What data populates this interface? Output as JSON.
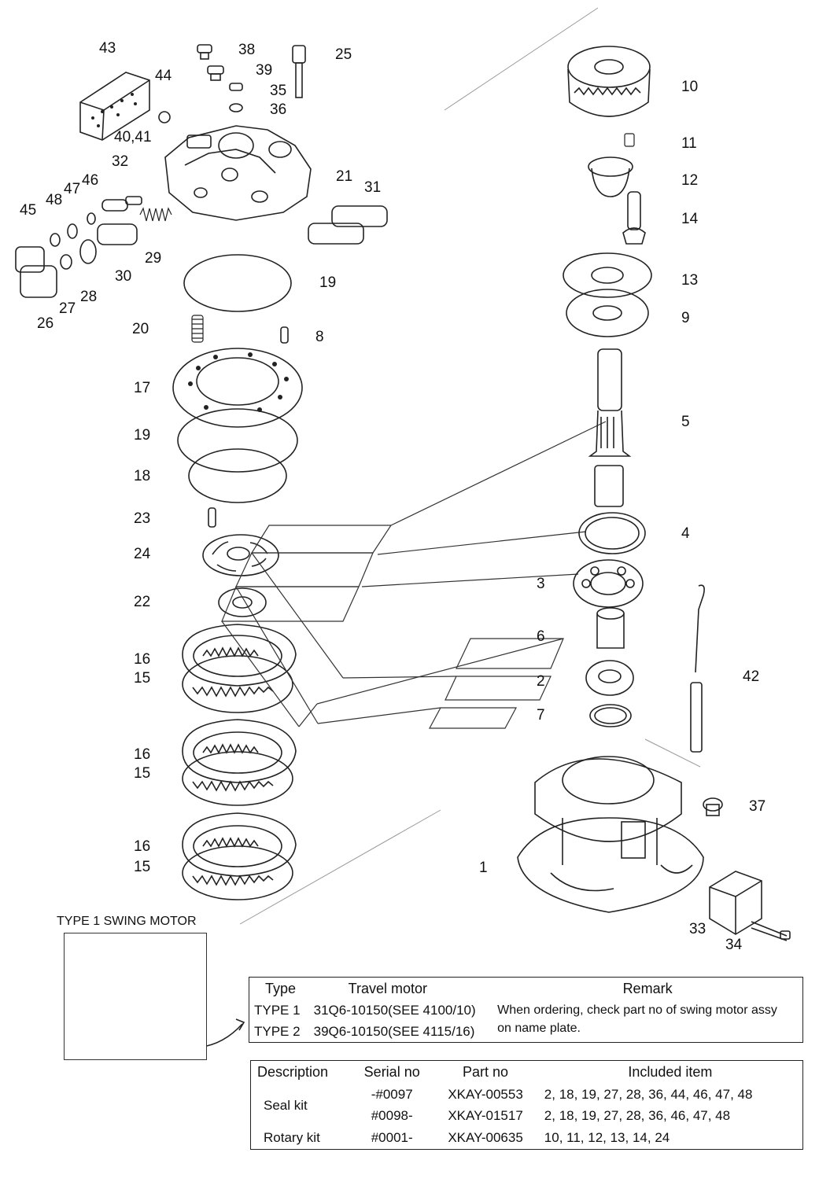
{
  "callouts": [
    {
      "id": "c43",
      "text": "43"
    },
    {
      "id": "c44",
      "text": "44"
    },
    {
      "id": "c38",
      "text": "38"
    },
    {
      "id": "c39",
      "text": "39"
    },
    {
      "id": "c25",
      "text": "25"
    },
    {
      "id": "c35",
      "text": "35"
    },
    {
      "id": "c36",
      "text": "36"
    },
    {
      "id": "c4041",
      "text": "40,41"
    },
    {
      "id": "c32",
      "text": "32"
    },
    {
      "id": "c21",
      "text": "21"
    },
    {
      "id": "c31",
      "text": "31"
    },
    {
      "id": "c46",
      "text": "46"
    },
    {
      "id": "c47",
      "text": "47"
    },
    {
      "id": "c48",
      "text": "48"
    },
    {
      "id": "c45",
      "text": "45"
    },
    {
      "id": "c29",
      "text": "29"
    },
    {
      "id": "c30",
      "text": "30"
    },
    {
      "id": "c28",
      "text": "28"
    },
    {
      "id": "c27",
      "text": "27"
    },
    {
      "id": "c26",
      "text": "26"
    },
    {
      "id": "c19a",
      "text": "19"
    },
    {
      "id": "c20",
      "text": "20"
    },
    {
      "id": "c8",
      "text": "8"
    },
    {
      "id": "c17",
      "text": "17"
    },
    {
      "id": "c19b",
      "text": "19"
    },
    {
      "id": "c18",
      "text": "18"
    },
    {
      "id": "c23",
      "text": "23"
    },
    {
      "id": "c24",
      "text": "24"
    },
    {
      "id": "c22",
      "text": "22"
    },
    {
      "id": "c16a",
      "text": "16"
    },
    {
      "id": "c15a",
      "text": "15"
    },
    {
      "id": "c16b",
      "text": "16"
    },
    {
      "id": "c15b",
      "text": "15"
    },
    {
      "id": "c16c",
      "text": "16"
    },
    {
      "id": "c15c",
      "text": "15"
    },
    {
      "id": "c10",
      "text": "10"
    },
    {
      "id": "c11",
      "text": "11"
    },
    {
      "id": "c12",
      "text": "12"
    },
    {
      "id": "c14",
      "text": "14"
    },
    {
      "id": "c13",
      "text": "13"
    },
    {
      "id": "c9",
      "text": "9"
    },
    {
      "id": "c5",
      "text": "5"
    },
    {
      "id": "c4",
      "text": "4"
    },
    {
      "id": "c3",
      "text": "3"
    },
    {
      "id": "c6",
      "text": "6"
    },
    {
      "id": "c2",
      "text": "2"
    },
    {
      "id": "c7",
      "text": "7"
    },
    {
      "id": "c42",
      "text": "42"
    },
    {
      "id": "c37",
      "text": "37"
    },
    {
      "id": "c1",
      "text": "1"
    },
    {
      "id": "c33",
      "text": "33"
    },
    {
      "id": "c34",
      "text": "34"
    }
  ],
  "thumbnail": {
    "caption": "TYPE 1 SWING MOTOR"
  },
  "type_table": {
    "headers": [
      "Type",
      "Travel motor",
      "Remark"
    ],
    "rows": [
      {
        "type": "TYPE 1",
        "motor": "31Q6-10150(SEE 4100/10)"
      },
      {
        "type": "TYPE 2",
        "motor": "39Q6-10150(SEE 4115/16)"
      }
    ],
    "remark_line1": "When ordering, check part no of swing motor assy",
    "remark_line2": "on name plate."
  },
  "kit_table": {
    "headers": [
      "Description",
      "Serial no",
      "Part no",
      "Included item"
    ],
    "rows": [
      {
        "desc": "Seal kit",
        "serial": "-#0097",
        "part": "XKAY-00553",
        "items": "2, 18, 19, 27, 28, 36, 44, 46, 47, 48"
      },
      {
        "desc": "",
        "serial": "#0098-",
        "part": "XKAY-01517",
        "items": "2, 18, 19, 27, 28, 36, 46, 47, 48"
      },
      {
        "desc": "Rotary kit",
        "serial": "#0001-",
        "part": "XKAY-00635",
        "items": "10, 11, 12, 13, 14, 24"
      }
    ]
  }
}
